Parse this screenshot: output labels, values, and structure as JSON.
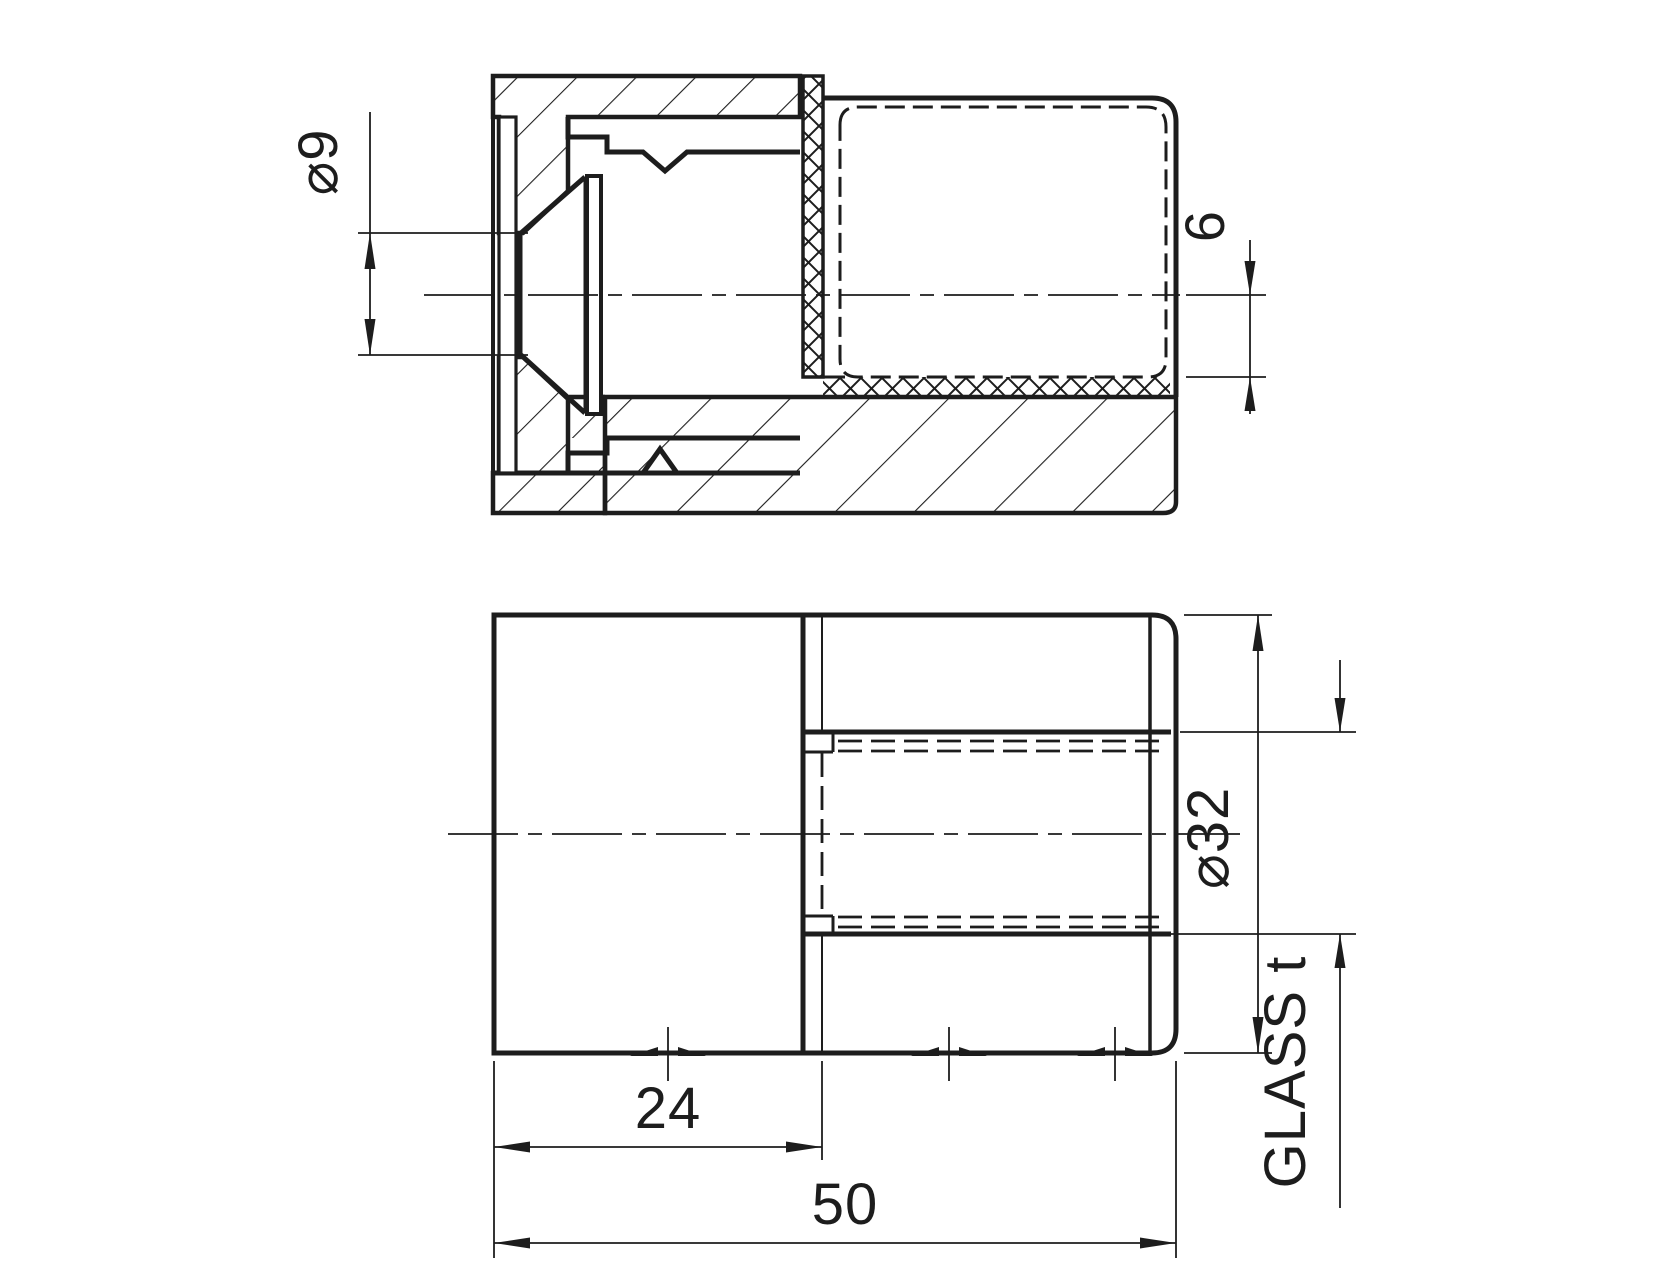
{
  "drawing": {
    "type": "technical-drawing",
    "background": "#ffffff",
    "ink": "#1d1d1d",
    "views": {
      "section_view": "sectional view of glass clamp fitting",
      "side_view": "side elevation of glass clamp fitting"
    },
    "dimensions": {
      "hole_diameter": "⌀9",
      "glass_edge_offset": "6",
      "body_length": "24",
      "overall_length": "50",
      "outer_diameter": "⌀32",
      "glass_thickness": "GLASS t"
    }
  }
}
